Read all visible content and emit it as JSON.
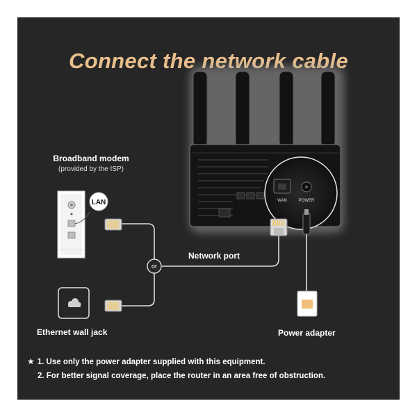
{
  "title": "Connect the network cable",
  "modem": {
    "name": "Broadband modem",
    "note": "(provided by the ISP)",
    "port_badge": "LAN"
  },
  "wall_jack": {
    "name": "Ethernet wall jack"
  },
  "connector_or": "or",
  "network_port_label": "Network port",
  "router_ports": {
    "wan": "WAN",
    "power": "POWER"
  },
  "power_adapter_label": "Power adapter",
  "notes": [
    "1. Use only the power adapter supplied with this equipment.",
    "2. For better signal coverage, place the router in an area free of obstruction."
  ],
  "colors": {
    "background": "#262626",
    "title": "#e9bf8d",
    "cable": "#dddddd"
  },
  "icons": {
    "note_marker": "star-icon",
    "wall_jack": "cloud-icon"
  }
}
